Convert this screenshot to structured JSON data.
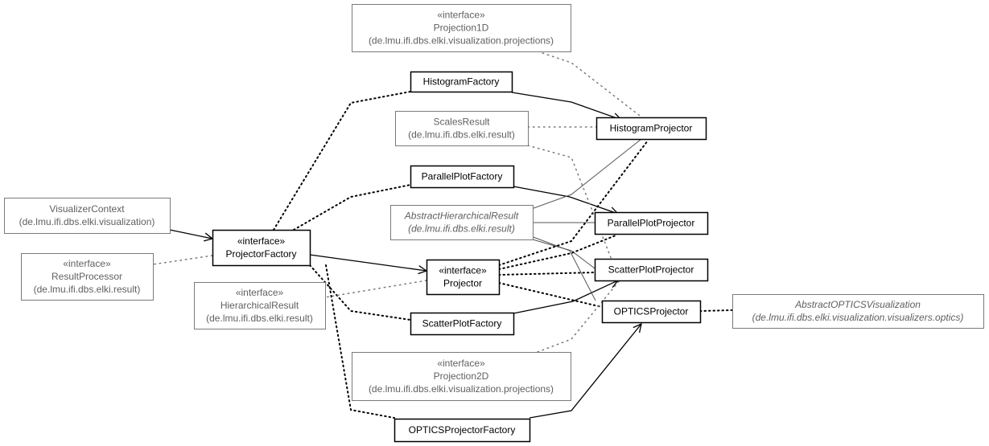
{
  "colors": {
    "main_border": "#000000",
    "external_border": "#7a7a7a",
    "external_text": "#606060",
    "main_text": "#000000",
    "dotted_edge_gray": "#7a7a7a"
  },
  "nodes": {
    "projection1d": {
      "lines": [
        "«interface»",
        "Projection1D",
        "(de.lmu.ifi.dbs.elki.visualization.projections)"
      ],
      "external": true,
      "italic": false
    },
    "histogram_factory": {
      "lines": [
        "HistogramFactory"
      ],
      "external": false,
      "italic": false
    },
    "scales_result": {
      "lines": [
        "ScalesResult",
        "(de.lmu.ifi.dbs.elki.result)"
      ],
      "external": true,
      "italic": false
    },
    "histogram_projector": {
      "lines": [
        "HistogramProjector"
      ],
      "external": false,
      "italic": false
    },
    "parallel_plot_factory": {
      "lines": [
        "ParallelPlotFactory"
      ],
      "external": false,
      "italic": false
    },
    "visualizer_context": {
      "lines": [
        "VisualizerContext",
        "(de.lmu.ifi.dbs.elki.visualization)"
      ],
      "external": true,
      "italic": false
    },
    "abstract_hierarchical_result": {
      "lines": [
        "AbstractHierarchicalResult",
        "(de.lmu.ifi.dbs.elki.result)"
      ],
      "external": true,
      "italic": true
    },
    "parallel_plot_projector": {
      "lines": [
        "ParallelPlotProjector"
      ],
      "external": false,
      "italic": false
    },
    "projector_factory": {
      "lines": [
        "«interface»",
        "ProjectorFactory"
      ],
      "external": false,
      "italic": false
    },
    "result_processor": {
      "lines": [
        "«interface»",
        "ResultProcessor",
        "(de.lmu.ifi.dbs.elki.result)"
      ],
      "external": true,
      "italic": false
    },
    "projector": {
      "lines": [
        "«interface»",
        "Projector"
      ],
      "external": false,
      "italic": false
    },
    "scatter_plot_projector": {
      "lines": [
        "ScatterPlotProjector"
      ],
      "external": false,
      "italic": false
    },
    "hierarchical_result": {
      "lines": [
        "«interface»",
        "HierarchicalResult",
        "(de.lmu.ifi.dbs.elki.result)"
      ],
      "external": true,
      "italic": false
    },
    "optics_projector": {
      "lines": [
        "OPTICSProjector"
      ],
      "external": false,
      "italic": false
    },
    "abstract_optics_visualization": {
      "lines": [
        "AbstractOPTICSVisualization",
        "(de.lmu.ifi.dbs.elki.visualization.visualizers.optics)"
      ],
      "external": true,
      "italic": true
    },
    "scatter_plot_factory": {
      "lines": [
        "ScatterPlotFactory"
      ],
      "external": false,
      "italic": false
    },
    "projection2d": {
      "lines": [
        "«interface»",
        "Projection2D",
        "(de.lmu.ifi.dbs.elki.visualization.projections)"
      ],
      "external": true,
      "italic": false
    },
    "optics_projector_factory": {
      "lines": [
        "OPTICSProjectorFactory"
      ],
      "external": false,
      "italic": false
    }
  }
}
